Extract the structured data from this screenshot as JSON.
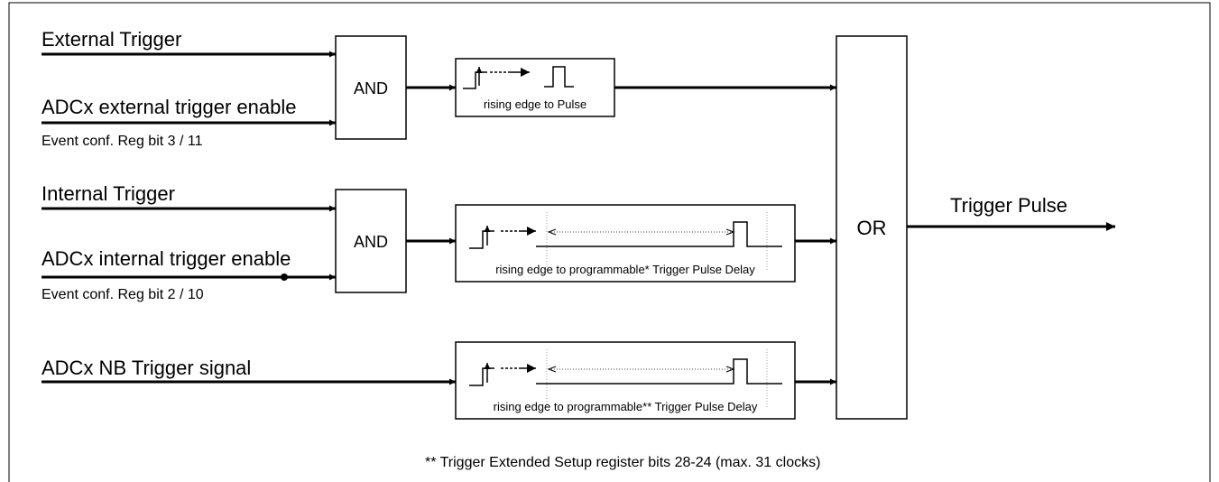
{
  "inputs": {
    "external_trigger": "External Trigger",
    "adc_external_enable": "ADCx external trigger enable",
    "external_enable_reg": "Event conf. Reg bit 3 / 11",
    "internal_trigger": "Internal Trigger",
    "adc_internal_enable": "ADCx internal trigger enable",
    "internal_enable_reg": "Event conf. Reg bit 2 / 10",
    "nb_trigger": "ADCx NB Trigger signal"
  },
  "gates": {
    "and_top": "AND",
    "and_mid": "AND",
    "or": "OR"
  },
  "blocks": {
    "pulse_top": "rising edge to Pulse",
    "delay_mid": "rising edge to programmable* Trigger Pulse Delay",
    "delay_bottom": "rising edge to programmable** Trigger Pulse Delay"
  },
  "output": {
    "label": "Trigger Pulse"
  },
  "footnote": "** Trigger Extended Setup register bits 28-24 (max. 31 clocks)"
}
